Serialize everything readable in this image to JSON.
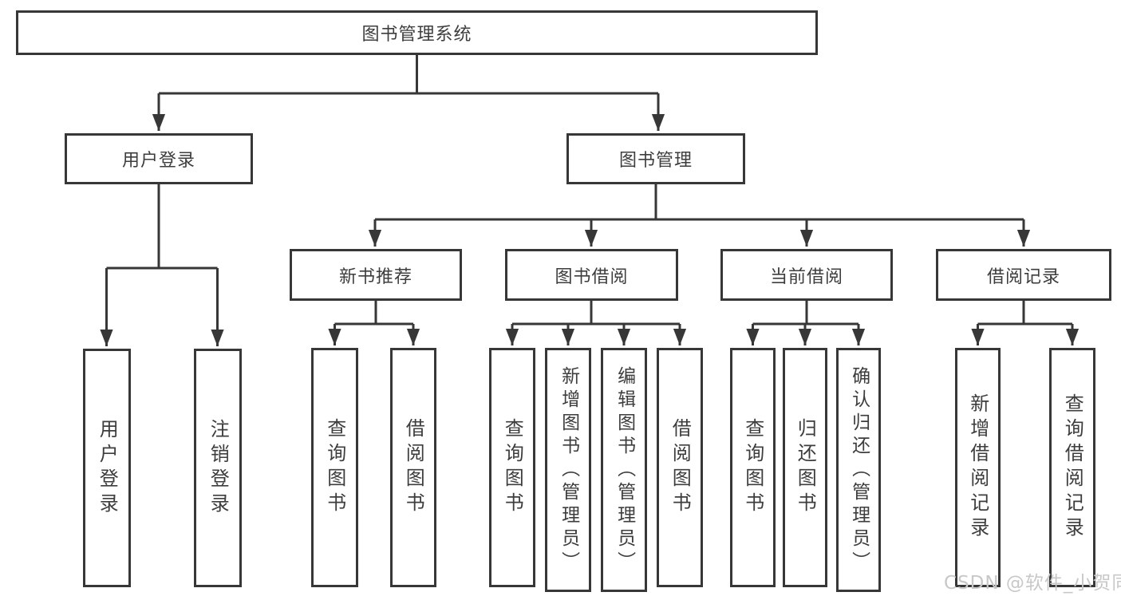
{
  "colors": {
    "line": "#373737",
    "text": "#3d3d3d",
    "box_background": "#ffffff",
    "watermark": "#c8c8c8"
  },
  "watermark": {
    "text": "CSDN @软件_小贺同学"
  },
  "nodes": {
    "root": {
      "label": "图书管理系统"
    },
    "user_login": {
      "label": "用户登录"
    },
    "book_mgmt": {
      "label": "图书管理"
    },
    "new_book": {
      "label": "新书推荐"
    },
    "book_borrow": {
      "label": "图书借阅"
    },
    "current_borrow": {
      "label": "当前借阅"
    },
    "borrow_record": {
      "label": "借阅记录"
    },
    "leaf_user_login": {
      "label": "用户登录"
    },
    "leaf_logout": {
      "label": "注销登录"
    },
    "nb_query": {
      "label": "查询图书"
    },
    "nb_borrow": {
      "label": "借阅图书"
    },
    "bb_query": {
      "label": "查询图书"
    },
    "bb_add": {
      "label": "新增图书（管理员）"
    },
    "bb_edit": {
      "label": "编辑图书（管理员）"
    },
    "bb_borrow": {
      "label": "借阅图书"
    },
    "cb_query": {
      "label": "查询图书"
    },
    "cb_return": {
      "label": "归还图书"
    },
    "cb_confirm": {
      "label": "确认归还（管理员）"
    },
    "br_add": {
      "label": "新增借阅记录"
    },
    "br_query": {
      "label": "查询借阅记录"
    }
  }
}
